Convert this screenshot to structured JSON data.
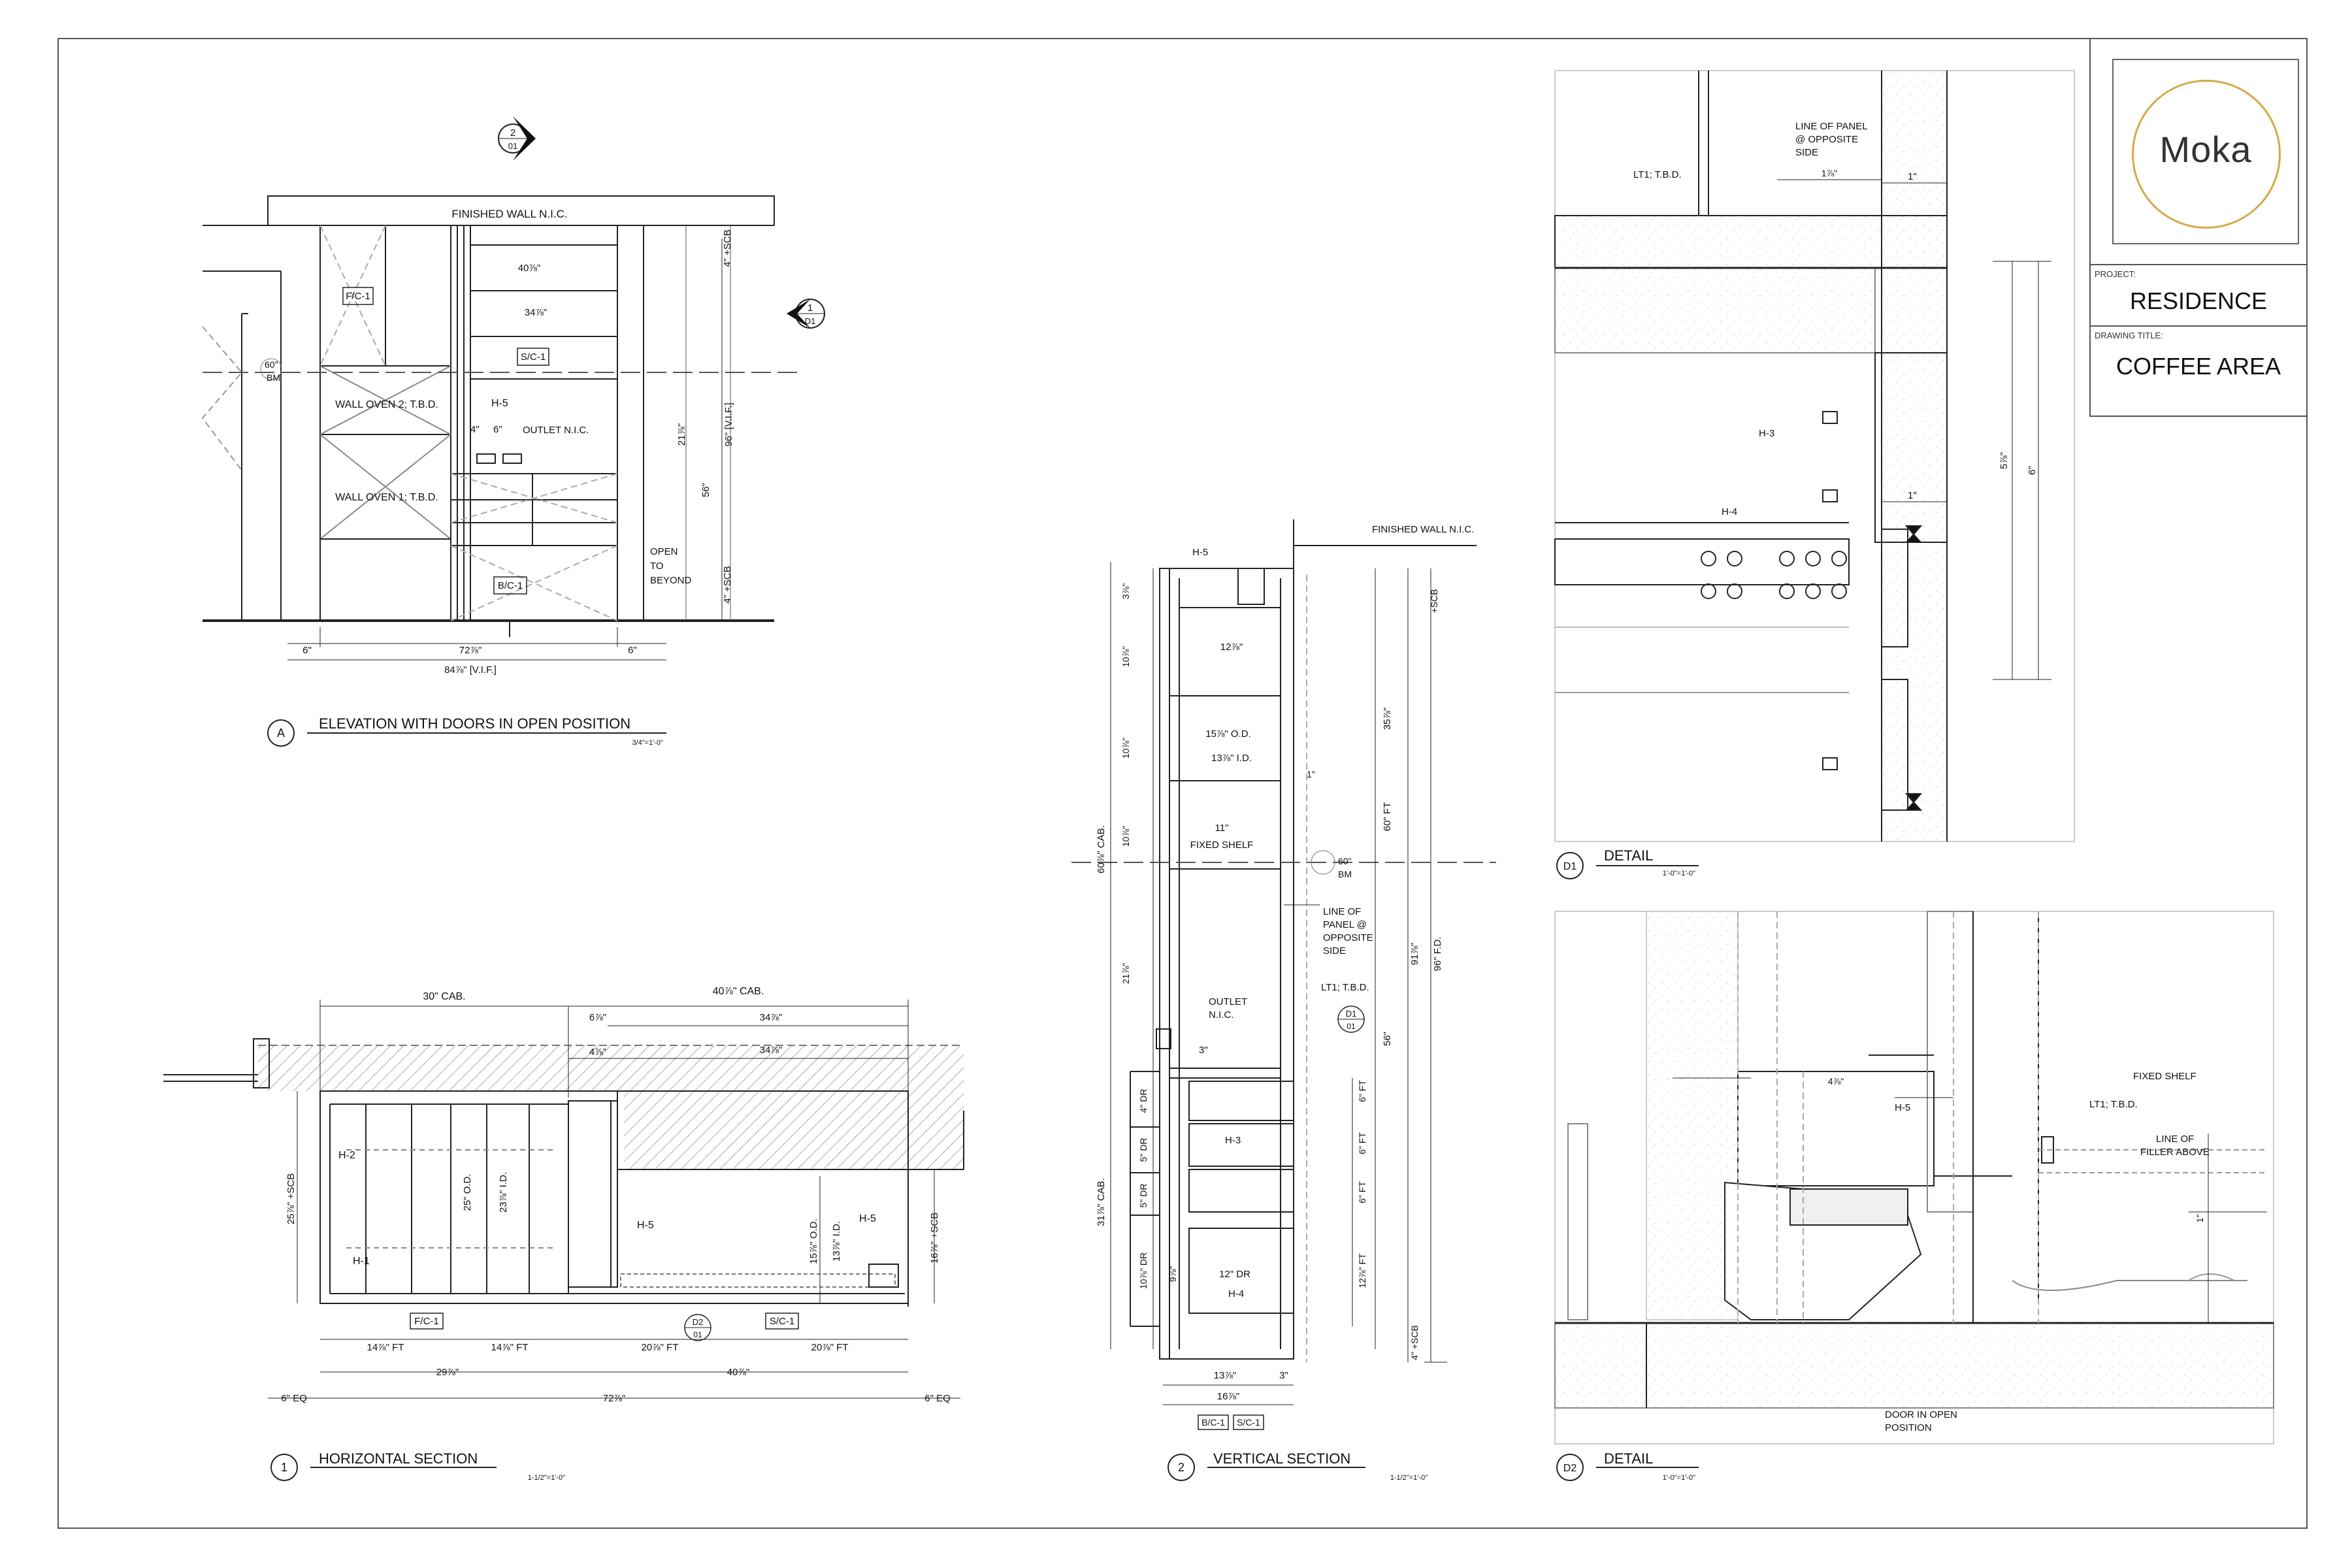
{
  "title_block": {
    "logo_text": "Moka",
    "project_label": "PROJECT:",
    "project_value": "RESIDENCE",
    "drawing_title_label": "DRAWING TITLE:",
    "drawing_title_value": "COFFEE AREA"
  },
  "views": {
    "A": {
      "marker": "A",
      "title": "ELEVATION WITH DOORS IN OPEN POSITION",
      "scale": "3/4\"=1'-0\""
    },
    "s1": {
      "marker": "1",
      "title": "HORIZONTAL SECTION",
      "scale": "1-1/2\"=1'-0\""
    },
    "s2": {
      "marker": "2",
      "title": "VERTICAL SECTION",
      "scale": "1-1/2\"=1'-0\""
    },
    "D1": {
      "marker": "D1",
      "title": "DETAIL",
      "scale": "1'-0\"=1'-0\""
    },
    "D2": {
      "marker": "D2",
      "title": "DETAIL",
      "scale": "1'-0\"=1'-0\""
    }
  },
  "elevation": {
    "finished_wall": "FINISHED WALL N.I.C.",
    "fc1": "F/C-1",
    "sc1": "S/C-1",
    "bc1": "B/C-1",
    "wall_oven_2": "WALL OVEN 2; T.B.D.",
    "wall_oven_1": "WALL OVEN 1; T.B.D.",
    "bm_60": "60\"",
    "bm": "BM",
    "h5": "H-5",
    "outlet": "OUTLET N.I.C.",
    "open_to_beyond": [
      "OPEN",
      "TO",
      "BEYOND"
    ],
    "dim_40": "40⅞\"",
    "dim_34": "34⅞\"",
    "dim_4": "4\"",
    "dim_6": "6\"",
    "dim_21": "21⅞\"",
    "dim_96vif": "96\" [V.I.F.]",
    "dim_56": "56\"",
    "dim_4scb_bottom": "4\" +SCB",
    "dim_4scb_top": "4\" +SCB",
    "dim_72": "72⅞\"",
    "dim_84": "84⅞\" [V.I.F.]",
    "dim_6_left": "6\"",
    "dim_6_right": "6\"",
    "marker_2_top": "2",
    "marker_2_bottom": "01",
    "marker_1_top": "1",
    "marker_1_bottom": "D1"
  },
  "horizontal_section": {
    "cab30": "30\" CAB.",
    "cab40": "40⅞\" CAB.",
    "dim_6": "6⅞\"",
    "dim_34a": "34⅞\"",
    "dim_34b": "34⅞\"",
    "dim_4": "4⅞\"",
    "h2": "H-2",
    "h1": "H-1",
    "h5a": "H-5",
    "h5b": "H-5",
    "od25": "25\" O.D.",
    "id23": "23⅞\" I.D.",
    "od15": "15⅞\" O.D.",
    "id13": "13⅞\" I.D.",
    "scb25": "25⅞\" +SCB",
    "scb16": "16⅞\" +SCB",
    "fc1": "F/C-1",
    "sc1": "S/C-1",
    "ft14a": "14⅞\" FT",
    "ft14b": "14⅞\" FT",
    "ft20a": "20⅞\" FT",
    "ft20b": "20⅞\" FT",
    "dim_29": "29⅞\"",
    "dim_40": "40⅞\"",
    "dim_72": "72⅞\"",
    "eq6_left": "6\" EQ",
    "eq6_right": "6\" EQ",
    "d2_top": "D2",
    "d2_bottom": "01"
  },
  "vertical_section": {
    "finished_wall": "FINISHED WALL N.I.C.",
    "h5": "H-5",
    "h3": "H-3",
    "h4": "H-4",
    "dim_12a": "12⅞\"",
    "od15": "15⅞\" O.D.",
    "id13": "13⅞\" I.D.",
    "dim_1": "1\"",
    "dim_11": "11\"",
    "fixed_shelf": "FIXED SHELF",
    "bm60": "60\"",
    "bm": "BM",
    "line_of_panel": [
      "LINE OF",
      "PANEL @",
      "OPPOSITE",
      "SIDE"
    ],
    "lt1": "LT1; T.B.D.",
    "outlet": [
      "OUTLET",
      "N.I.C."
    ],
    "d1_top": "D1",
    "d1_bottom": "01",
    "dim_3": "3\"",
    "ft60": "60\" FT",
    "ft35": "35⅞\"",
    "dim_91": "91⅞\"",
    "fd96": "96\" F.D.",
    "scb_top": "+SCB",
    "dim_56": "56\"",
    "ft6a": "6\" FT",
    "ft6b": "6\" FT",
    "ft6c": "6\" FT",
    "ft12": "12⅞\" FT",
    "scb4": "4\" +SCB",
    "cab60": "60⅞\" CAB.",
    "cab31": "31⅞\" CAB.",
    "dr4": "4\" DR",
    "dr5": "5\" DR",
    "dr5b": "5\" DR",
    "dr10": "10⅞\" DR",
    "dim_12b": "12\" DR",
    "dim_13": "13⅞\"",
    "dim_3b": "3\"",
    "dim_16": "16⅞\"",
    "bc1": "B/C-1",
    "sc1": "S/C-1",
    "dim_10a": "10⅞\"",
    "dim_10b": "10⅞\"",
    "dim_10c": "10⅞\"",
    "dim_21": "21⅞\"",
    "dim_3c": "3⅞\"",
    "dim_9": "9⅞\""
  },
  "detail_d1": {
    "line_of_panel": [
      "LINE OF PANEL",
      "@ OPPOSITE",
      "SIDE"
    ],
    "lt1": "LT1; T.B.D.",
    "h3": "H-3",
    "h4": "H-4",
    "dim_1a": "1\"",
    "dim_1b": "1\"",
    "dim_5": "5⅞\"",
    "dim_6": "6\"",
    "dim_1c": "1⅞\""
  },
  "detail_d2": {
    "fixed_shelf": "FIXED SHELF",
    "lt1": "LT1; T.B.D.",
    "line_of_filler": [
      "LINE OF",
      "FILLER ABOVE"
    ],
    "h5": "H-5",
    "door_open": [
      "DOOR IN OPEN",
      "POSITION"
    ],
    "dim_4": "4⅞\"",
    "dim_1": "1\""
  }
}
